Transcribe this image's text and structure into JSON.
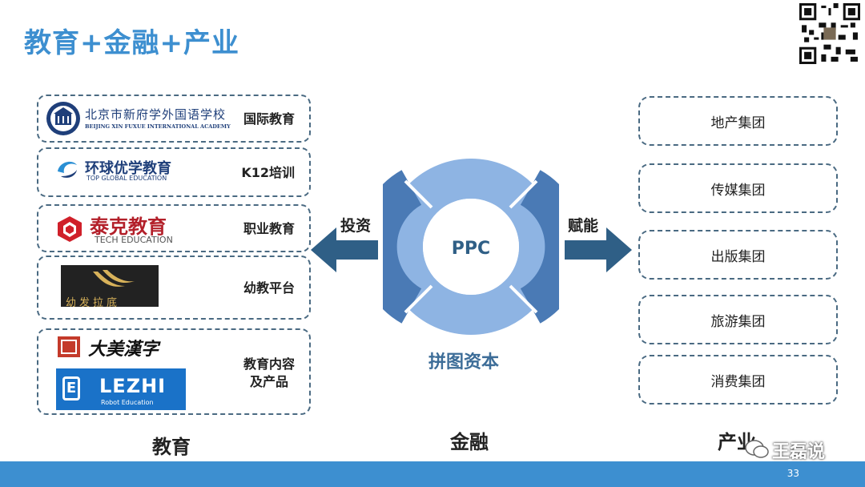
{
  "slide": {
    "title": "教育+金融+产业",
    "page_number": "33",
    "watermark": "王磊说"
  },
  "education": {
    "column_label": "教育",
    "items": [
      {
        "label": "国际教育",
        "logo_cn": "北京市新府学外国语学校",
        "logo_en": "BEIJING XIN FUXUE INTERNATIONAL ACADEMY"
      },
      {
        "label": "K12培训",
        "logo_cn": "环球优学教育",
        "logo_en": "TOP GLOBAL EDUCATION"
      },
      {
        "label": "职业教育",
        "logo_cn": "泰克教育",
        "logo_en": "TECH EDUCATION"
      },
      {
        "label": "幼教平台",
        "logo_cn": "幼发拉底"
      },
      {
        "label_line1": "教育内容",
        "label_line2": "及产品",
        "logo_cn": "大美漢字",
        "logo_en2": "LEZHI",
        "logo_sub2": "Robot Education"
      }
    ]
  },
  "finance": {
    "column_label": "金融",
    "center_text": "PPC",
    "name": "拼图资本",
    "left_arrow_text": "投资",
    "right_arrow_text": "赋能"
  },
  "industry": {
    "column_label": "产业",
    "items": [
      "地产集团",
      "传媒集团",
      "出版集团",
      "旅游集团",
      "消费集团"
    ]
  },
  "colors": {
    "title_blue": "#3d8fd0",
    "ring_light": "#8eb4e3",
    "ring_dark": "#4a7ab5",
    "arrow_dark": "#2f5f86"
  }
}
